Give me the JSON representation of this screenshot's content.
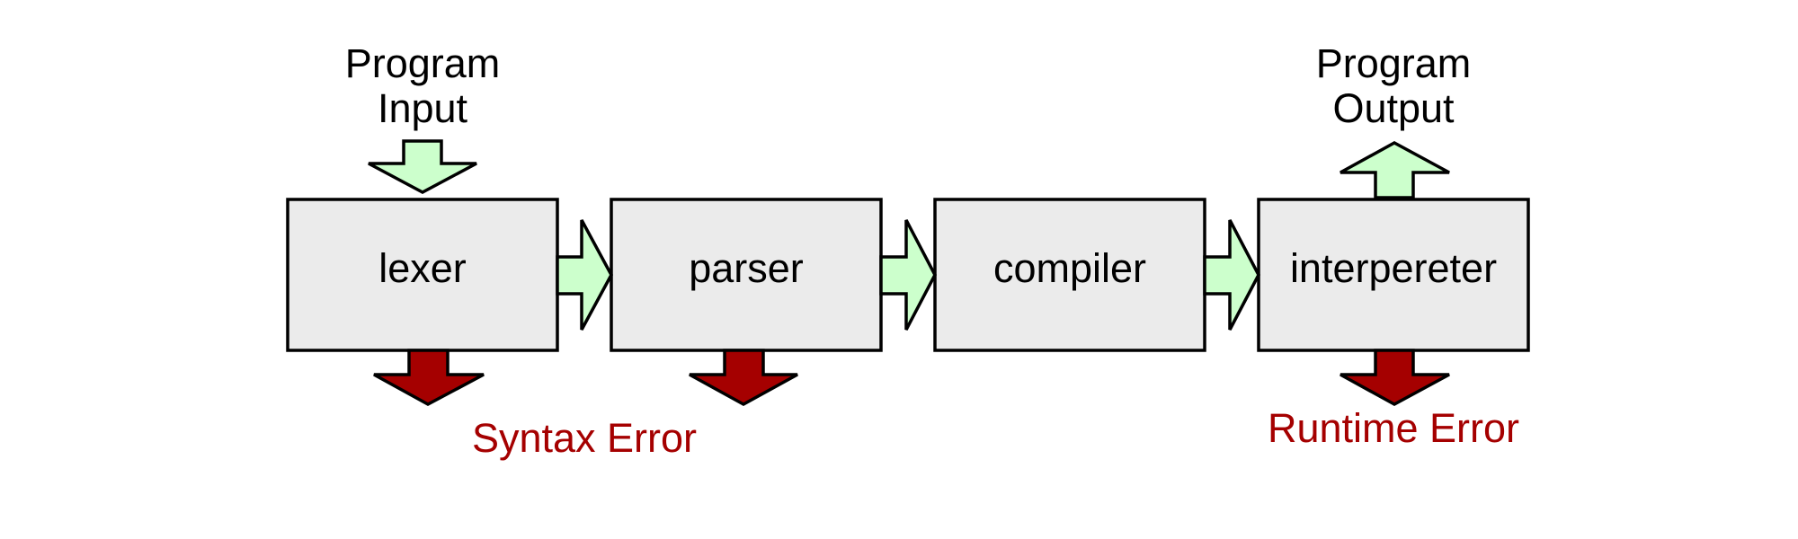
{
  "stages": [
    {
      "id": "lexer",
      "label": "lexer"
    },
    {
      "id": "parser",
      "label": "parser"
    },
    {
      "id": "compiler",
      "label": "compiler"
    },
    {
      "id": "interpreter",
      "label": "interpereter"
    }
  ],
  "input": {
    "line1": "Program",
    "line2": "Input"
  },
  "output": {
    "line1": "Program",
    "line2": "Output"
  },
  "errors": {
    "syntax": "Syntax Error",
    "runtime": "Runtime Error"
  },
  "colors": {
    "box_fill": "#ebebeb",
    "flow_arrow": "#ccffcc",
    "error_arrow": "#a50000",
    "error_text": "#a50000",
    "outline": "#000000"
  }
}
